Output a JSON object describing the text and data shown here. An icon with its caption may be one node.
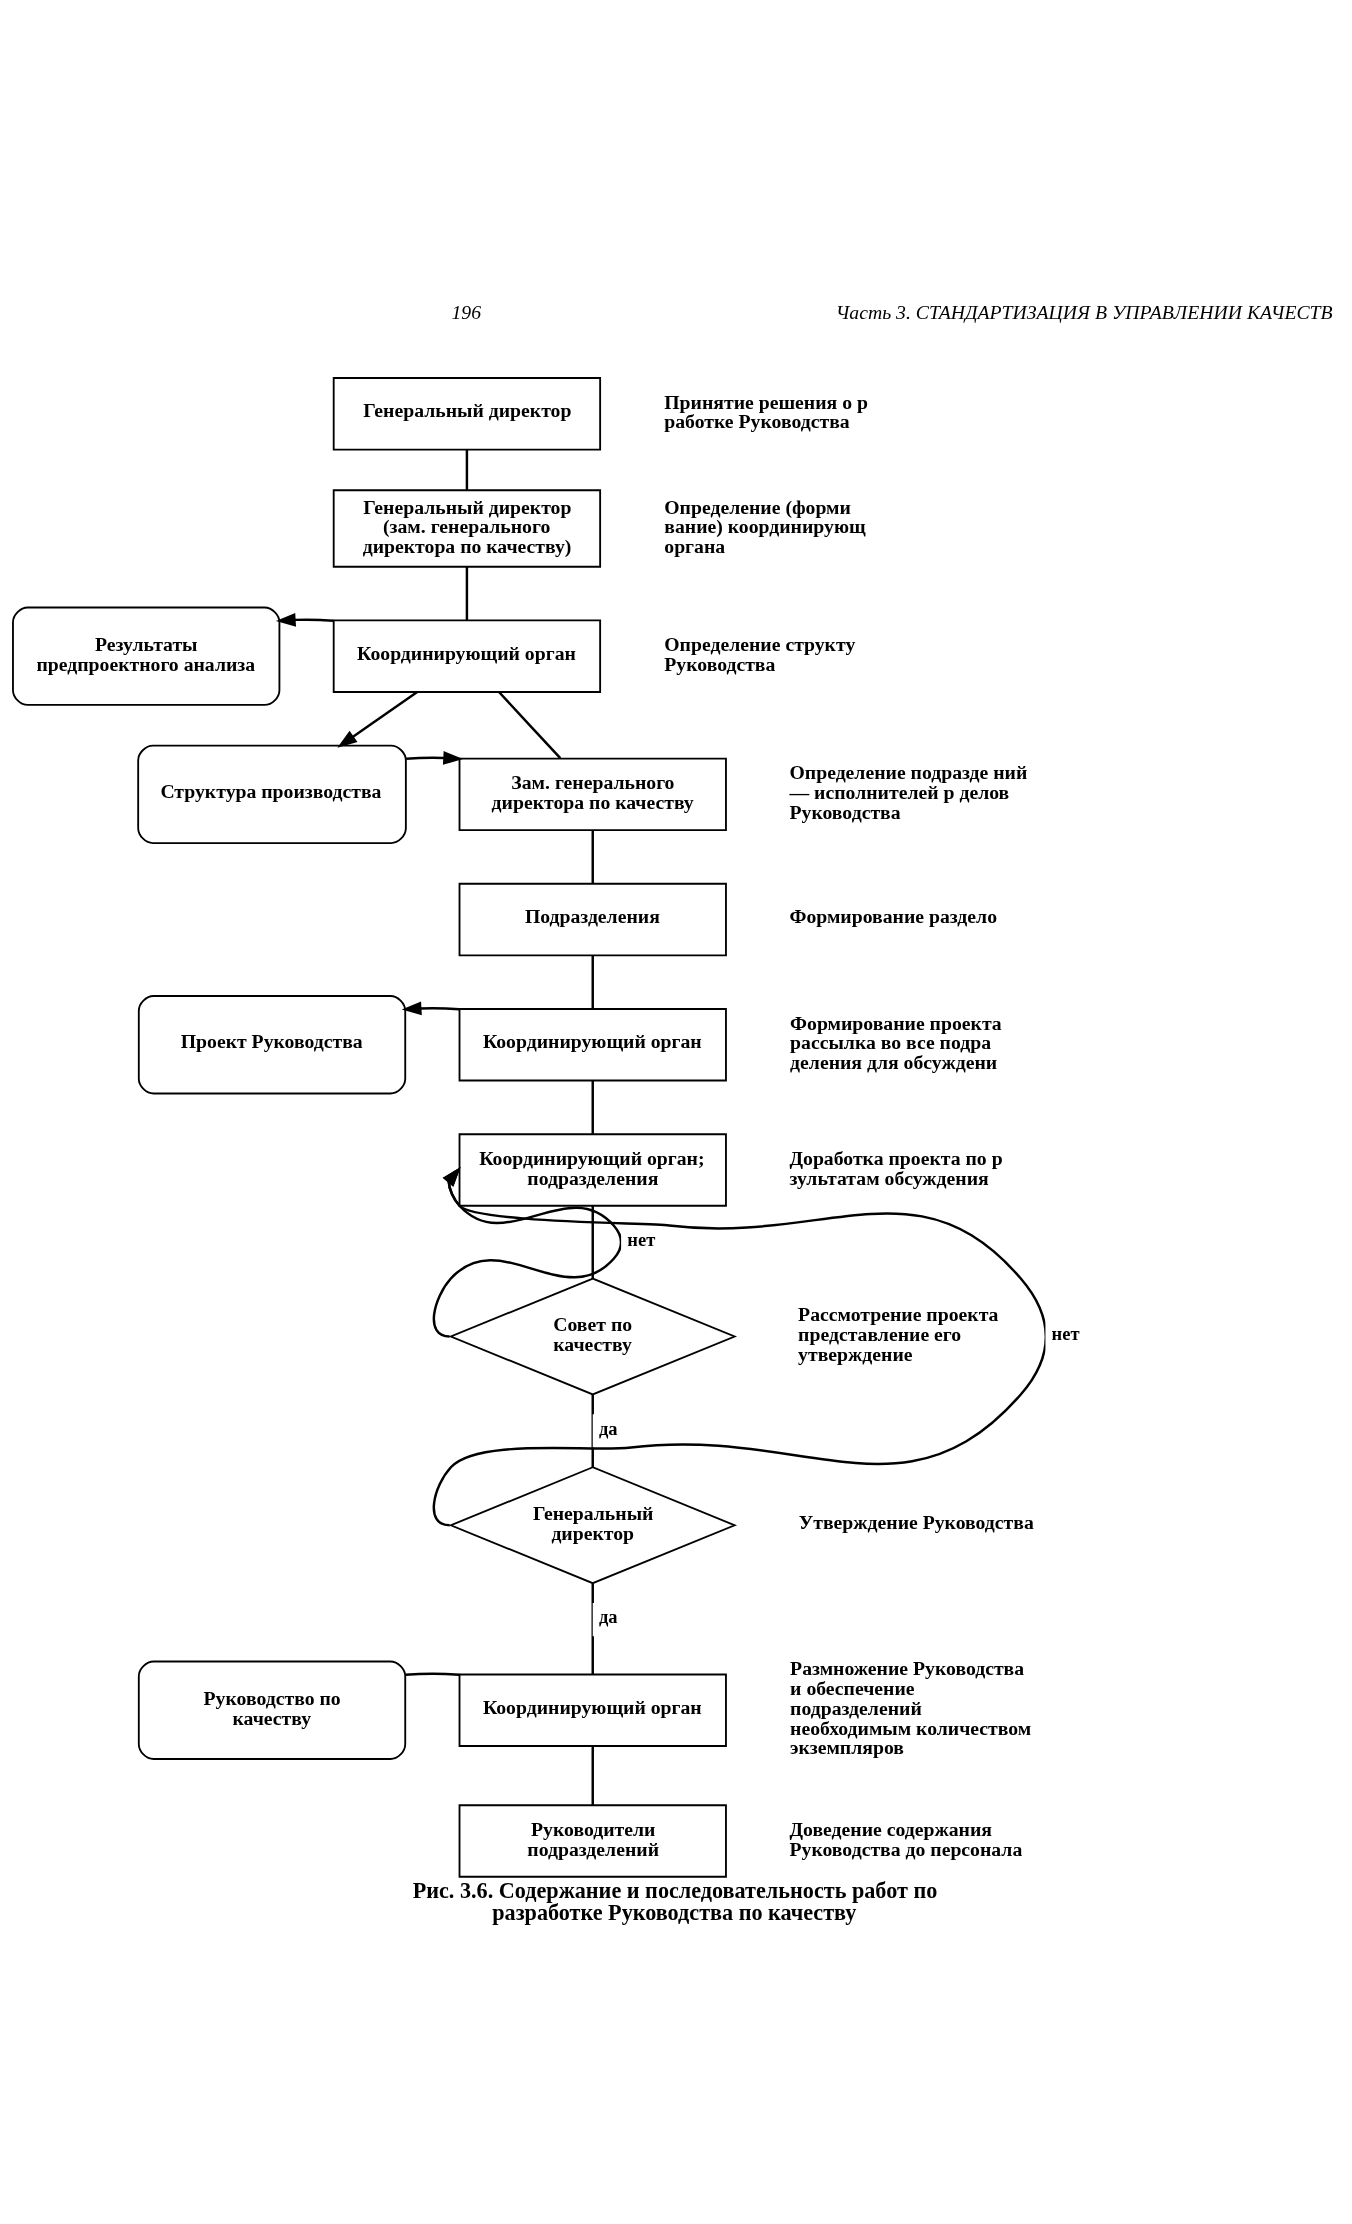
{
  "diagram": {
    "caption": "Рис. 3.6. Содержание и последовательность работ по разработке Руководства по качеству",
    "nodes": [
      {
        "text": [
          "Генеральный директор"
        ],
        "beside": [
          "Принятие решения о р работке Руководства"
        ]
      },
      {
        "text": [
          "Генеральный директор (зам. генерального директора по качеству)"
        ],
        "beside": [
          "Определение (форми вание) координирующ органа"
        ]
      },
      {
        "text": [
          "Результаты предпроектного анализа"
        ]
      },
      {
        "text": [
          "Координирующий орган"
        ],
        "beside": [
          "Определение структу Руководства"
        ]
      },
      {
        "text": [
          "Структура производства"
        ]
      },
      {
        "text": [
          "Зам. генерального директора по качеству"
        ],
        "beside": [
          "Определение подразде ний — исполнителей р делов Руководства"
        ]
      },
      {
        "text": [
          "Подразделения"
        ],
        "beside": [
          "Формирование раздело"
        ]
      },
      {
        "text": [
          "Проект Руководства"
        ]
      },
      {
        "text": [
          "Координирующий орган"
        ],
        "beside": [
          "Формирование проекта рассылка во все подра деления для обсуждени"
        ]
      },
      {
        "text": [
          "Координирующий орган; подразделения"
        ],
        "beside": [
          "Доработка проекта по р зультатам обсуждения"
        ]
      },
      {
        "text": [
          "Совет по качеству"
        ],
        "beside": [
          "Рассмотрение проекта представление его утверждение"
        ]
      },
      {
        "text": [
          "Генеральный директор"
        ],
        "beside": [
          "Утверждение Руководства"
        ]
      },
      {
        "text": [
          "Руководство по качеству"
        ]
      },
      {
        "text": [
          "Координирующий орган"
        ],
        "beside": [
          "Размножение Руководства и обеспечение подразделений необходимым количеством экземпляров"
        ]
      },
      {
        "text": [
          "Руководители подразделений"
        ],
        "beside": [
          "Доведение содержания Руководства до персонала"
        ]
      }
    ],
    "edges": [
      {
        "from": 0,
        "to": 1,
        "arrow": "none"
      },
      {
        "from": 1,
        "to": 3,
        "arrow": "none"
      },
      {
        "from": 3,
        "to": 2,
        "arrow": "to"
      },
      {
        "from": 3,
        "to": 4,
        "arrow": "to"
      },
      {
        "from": 4,
        "to": 5,
        "arrow": "to"
      },
      {
        "from": 3,
        "to": 5,
        "arrow": "none"
      },
      {
        "from": 5,
        "to": 6,
        "arrow": "none"
      },
      {
        "from": 6,
        "to": 8,
        "arrow": "none"
      },
      {
        "from": 8,
        "to": 7,
        "arrow": "to"
      },
      {
        "from": 8,
        "to": 9,
        "arrow": "none"
      },
      {
        "from": 9,
        "to": 10,
        "arrow": "none"
      },
      {
        "from": 10,
        "to": 9,
        "arrow": "to",
        "label": "нет"
      },
      {
        "from": 10,
        "to": 11,
        "arrow": "none",
        "label": "да"
      },
      {
        "from": 11,
        "to": 9,
        "arrow": "to",
        "label": "нет"
      },
      {
        "from": 11,
        "to": 13,
        "arrow": "none",
        "label": "да"
      },
      {
        "from": 12,
        "to": 13,
        "arrow": "none"
      },
      {
        "from": 13,
        "to": 14,
        "arrow": "none"
      }
    ],
    "labels": [
      "196",
      "Часть 3. СТАНДАРТИЗАЦИЯ В УПРАВЛЕНИИ КАЧЕСТВ"
    ]
  }
}
